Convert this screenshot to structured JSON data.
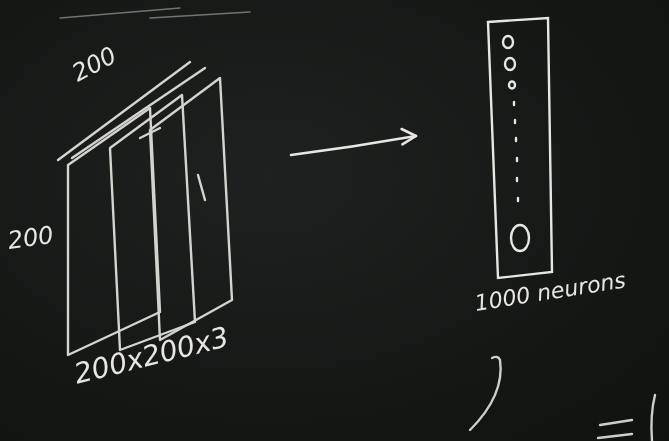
{
  "diagram": {
    "nodes": [
      {
        "text": [
          "200x200x3"
        ]
      },
      {
        "text": [
          "1000 neurons"
        ]
      }
    ],
    "edges": [
      {
        "from": 0,
        "to": 1,
        "arrow": "to"
      }
    ],
    "labels": [
      "200",
      "200"
    ]
  }
}
